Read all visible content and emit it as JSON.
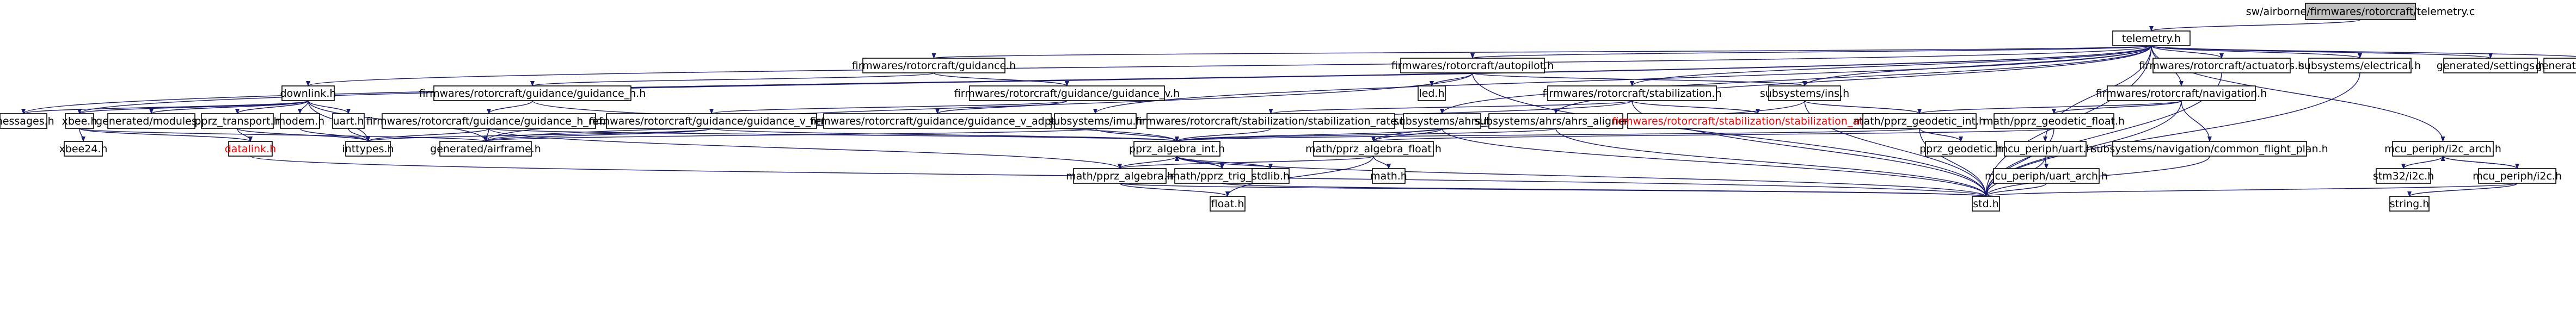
{
  "graph": {
    "nodes": [
      {
        "id": "root",
        "label": "sw/airborne/firmwares/rotorcraft/telemetry.c",
        "kind": "root"
      },
      {
        "id": "telemetry_h",
        "label": "telemetry.h",
        "kind": "normal"
      },
      {
        "id": "guidance_h",
        "label": "firmwares/rotorcraft/guidance.h",
        "kind": "normal"
      },
      {
        "id": "autopilot_h",
        "label": "firmwares/rotorcraft/autopilot.h",
        "kind": "normal"
      },
      {
        "id": "actuators_h",
        "label": "firmwares/rotorcraft/actuators.h",
        "kind": "normal"
      },
      {
        "id": "electrical_h",
        "label": "subsystems/electrical.h",
        "kind": "normal"
      },
      {
        "id": "settings_h",
        "label": "generated/settings.h",
        "kind": "external"
      },
      {
        "id": "periodic_h",
        "label": "generated/periodic.h",
        "kind": "external"
      },
      {
        "id": "downlink_h",
        "label": "downlink.h",
        "kind": "normal"
      },
      {
        "id": "guidance_h_h",
        "label": "firmwares/rotorcraft/guidance/guidance_h.h",
        "kind": "normal"
      },
      {
        "id": "guidance_v_h",
        "label": "firmwares/rotorcraft/guidance/guidance_v.h",
        "kind": "normal"
      },
      {
        "id": "led_h",
        "label": "led.h",
        "kind": "normal"
      },
      {
        "id": "stabilization_h",
        "label": "firmwares/rotorcraft/stabilization.h",
        "kind": "normal"
      },
      {
        "id": "ins_h",
        "label": "subsystems/ins.h",
        "kind": "normal"
      },
      {
        "id": "navigation_h",
        "label": "firmwares/rotorcraft/navigation.h",
        "kind": "normal"
      },
      {
        "id": "messages_h",
        "label": "messages.h",
        "kind": "external"
      },
      {
        "id": "xbee_h",
        "label": "xbee.h",
        "kind": "normal"
      },
      {
        "id": "gen_modules_h",
        "label": "generated/modules.h",
        "kind": "external"
      },
      {
        "id": "pprz_transport_h",
        "label": "pprz_transport.h",
        "kind": "normal"
      },
      {
        "id": "modem_h",
        "label": "modem.h",
        "kind": "normal"
      },
      {
        "id": "uart_h",
        "label": "uart.h",
        "kind": "normal"
      },
      {
        "id": "guidance_h_ref_h",
        "label": "firmwares/rotorcraft/guidance/guidance_h_ref.h",
        "kind": "normal"
      },
      {
        "id": "guidance_v_ref_h",
        "label": "firmwares/rotorcraft/guidance/guidance_v_ref.h",
        "kind": "normal"
      },
      {
        "id": "guidance_v_adpt_h",
        "label": "firmwares/rotorcraft/guidance/guidance_v_adpt.h",
        "kind": "normal"
      },
      {
        "id": "imu_h",
        "label": "subsystems/imu.h",
        "kind": "normal"
      },
      {
        "id": "stab_rate_h",
        "label": "firmwares/rotorcraft/stabilization/stabilization_rate.h",
        "kind": "normal"
      },
      {
        "id": "ahrs_h",
        "label": "subsystems/ahrs.h",
        "kind": "normal"
      },
      {
        "id": "ahrs_aligner_h",
        "label": "subsystems/ahrs/ahrs_aligner.h",
        "kind": "normal"
      },
      {
        "id": "stab_att_h",
        "label": "firmwares/rotorcraft/stabilization/stabilization_attitude.h",
        "kind": "missing"
      },
      {
        "id": "geodetic_int_h",
        "label": "math/pprz_geodetic_int.h",
        "kind": "normal"
      },
      {
        "id": "geodetic_float_h",
        "label": "math/pprz_geodetic_float.h",
        "kind": "normal"
      },
      {
        "id": "xbee24_h",
        "label": "xbee24.h",
        "kind": "normal"
      },
      {
        "id": "datalink_h",
        "label": "datalink.h",
        "kind": "missing"
      },
      {
        "id": "inttypes_h",
        "label": "inttypes.h",
        "kind": "external"
      },
      {
        "id": "airframe_h",
        "label": "generated/airframe.h",
        "kind": "external"
      },
      {
        "id": "algebra_int_h",
        "label": "pprz_algebra_int.h",
        "kind": "normal"
      },
      {
        "id": "algebra_float_h",
        "label": "math/pprz_algebra_float.h",
        "kind": "normal"
      },
      {
        "id": "pprz_geodetic_h",
        "label": "pprz_geodetic.h",
        "kind": "normal"
      },
      {
        "id": "mcu_uart_h",
        "label": "mcu_periph/uart.h",
        "kind": "normal"
      },
      {
        "id": "flight_plan_h",
        "label": "subsystems/navigation/common_flight_plan.h",
        "kind": "normal"
      },
      {
        "id": "i2c_arch_h",
        "label": "mcu_periph/i2c_arch.h",
        "kind": "normal"
      },
      {
        "id": "stm32_i2c_h",
        "label": "stm32/i2c.h",
        "kind": "external"
      },
      {
        "id": "mcu_i2c_h",
        "label": "mcu_periph/i2c.h",
        "kind": "normal"
      },
      {
        "id": "algebra_h",
        "label": "math/pprz_algebra.h",
        "kind": "normal"
      },
      {
        "id": "trig_int_h",
        "label": "math/pprz_trig_int.h",
        "kind": "normal"
      },
      {
        "id": "stdlib_h",
        "label": "stdlib.h",
        "kind": "external"
      },
      {
        "id": "math_h",
        "label": "math.h",
        "kind": "external"
      },
      {
        "id": "uart_arch_h",
        "label": "mcu_periph/uart_arch.h",
        "kind": "normal"
      },
      {
        "id": "float_h",
        "label": "float.h",
        "kind": "external"
      },
      {
        "id": "std_h",
        "label": "std.h",
        "kind": "normal"
      },
      {
        "id": "string_h",
        "label": "string.h",
        "kind": "external"
      }
    ],
    "colors": {
      "edge": "#191970",
      "root_fill": "#bfbfbf",
      "node_border": "#000000",
      "external_border": "#bfbfbf",
      "missing_border": "#ff0000",
      "missing_text": "#ff0000",
      "text": "#000000"
    }
  }
}
